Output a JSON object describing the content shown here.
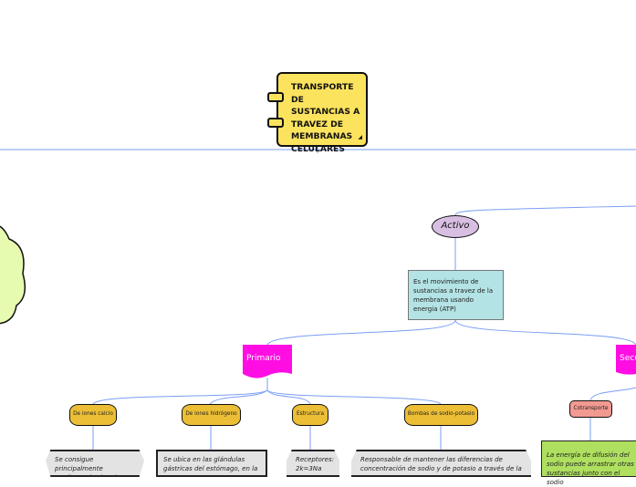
{
  "root": {
    "title": "TRANSPORTE DE SUSTANCIAS A TRAVEZ DE MEMBRANAS CELULARES"
  },
  "activo": {
    "label": "Activo",
    "definition": "Es el movimiento de sustancias  a travez de la membrana usando energia (ATP)"
  },
  "primario": {
    "label": "Primario",
    "children": [
      {
        "label": "De iones calcio",
        "detail": "Se consigue principalmente mediante dos bombas de calcio"
      },
      {
        "label": "De iones hidrógeno",
        "detail": "Se ubica en las glándulas gástricas del estómago, en la"
      },
      {
        "label": "Estructura",
        "detail": "Receptores: 2k=3Na"
      },
      {
        "label": "Bombas de sodio-potasio",
        "detail": "Responsable de mantener las diferencias de concentración de sodio y de potasio a través de la"
      }
    ]
  },
  "secundario": {
    "label": "Secu",
    "children": [
      {
        "label": "Cotransporte",
        "detail": "La energía de difusión del sodio puede arrastrar otras sustancias junto con el sodio"
      }
    ]
  }
}
